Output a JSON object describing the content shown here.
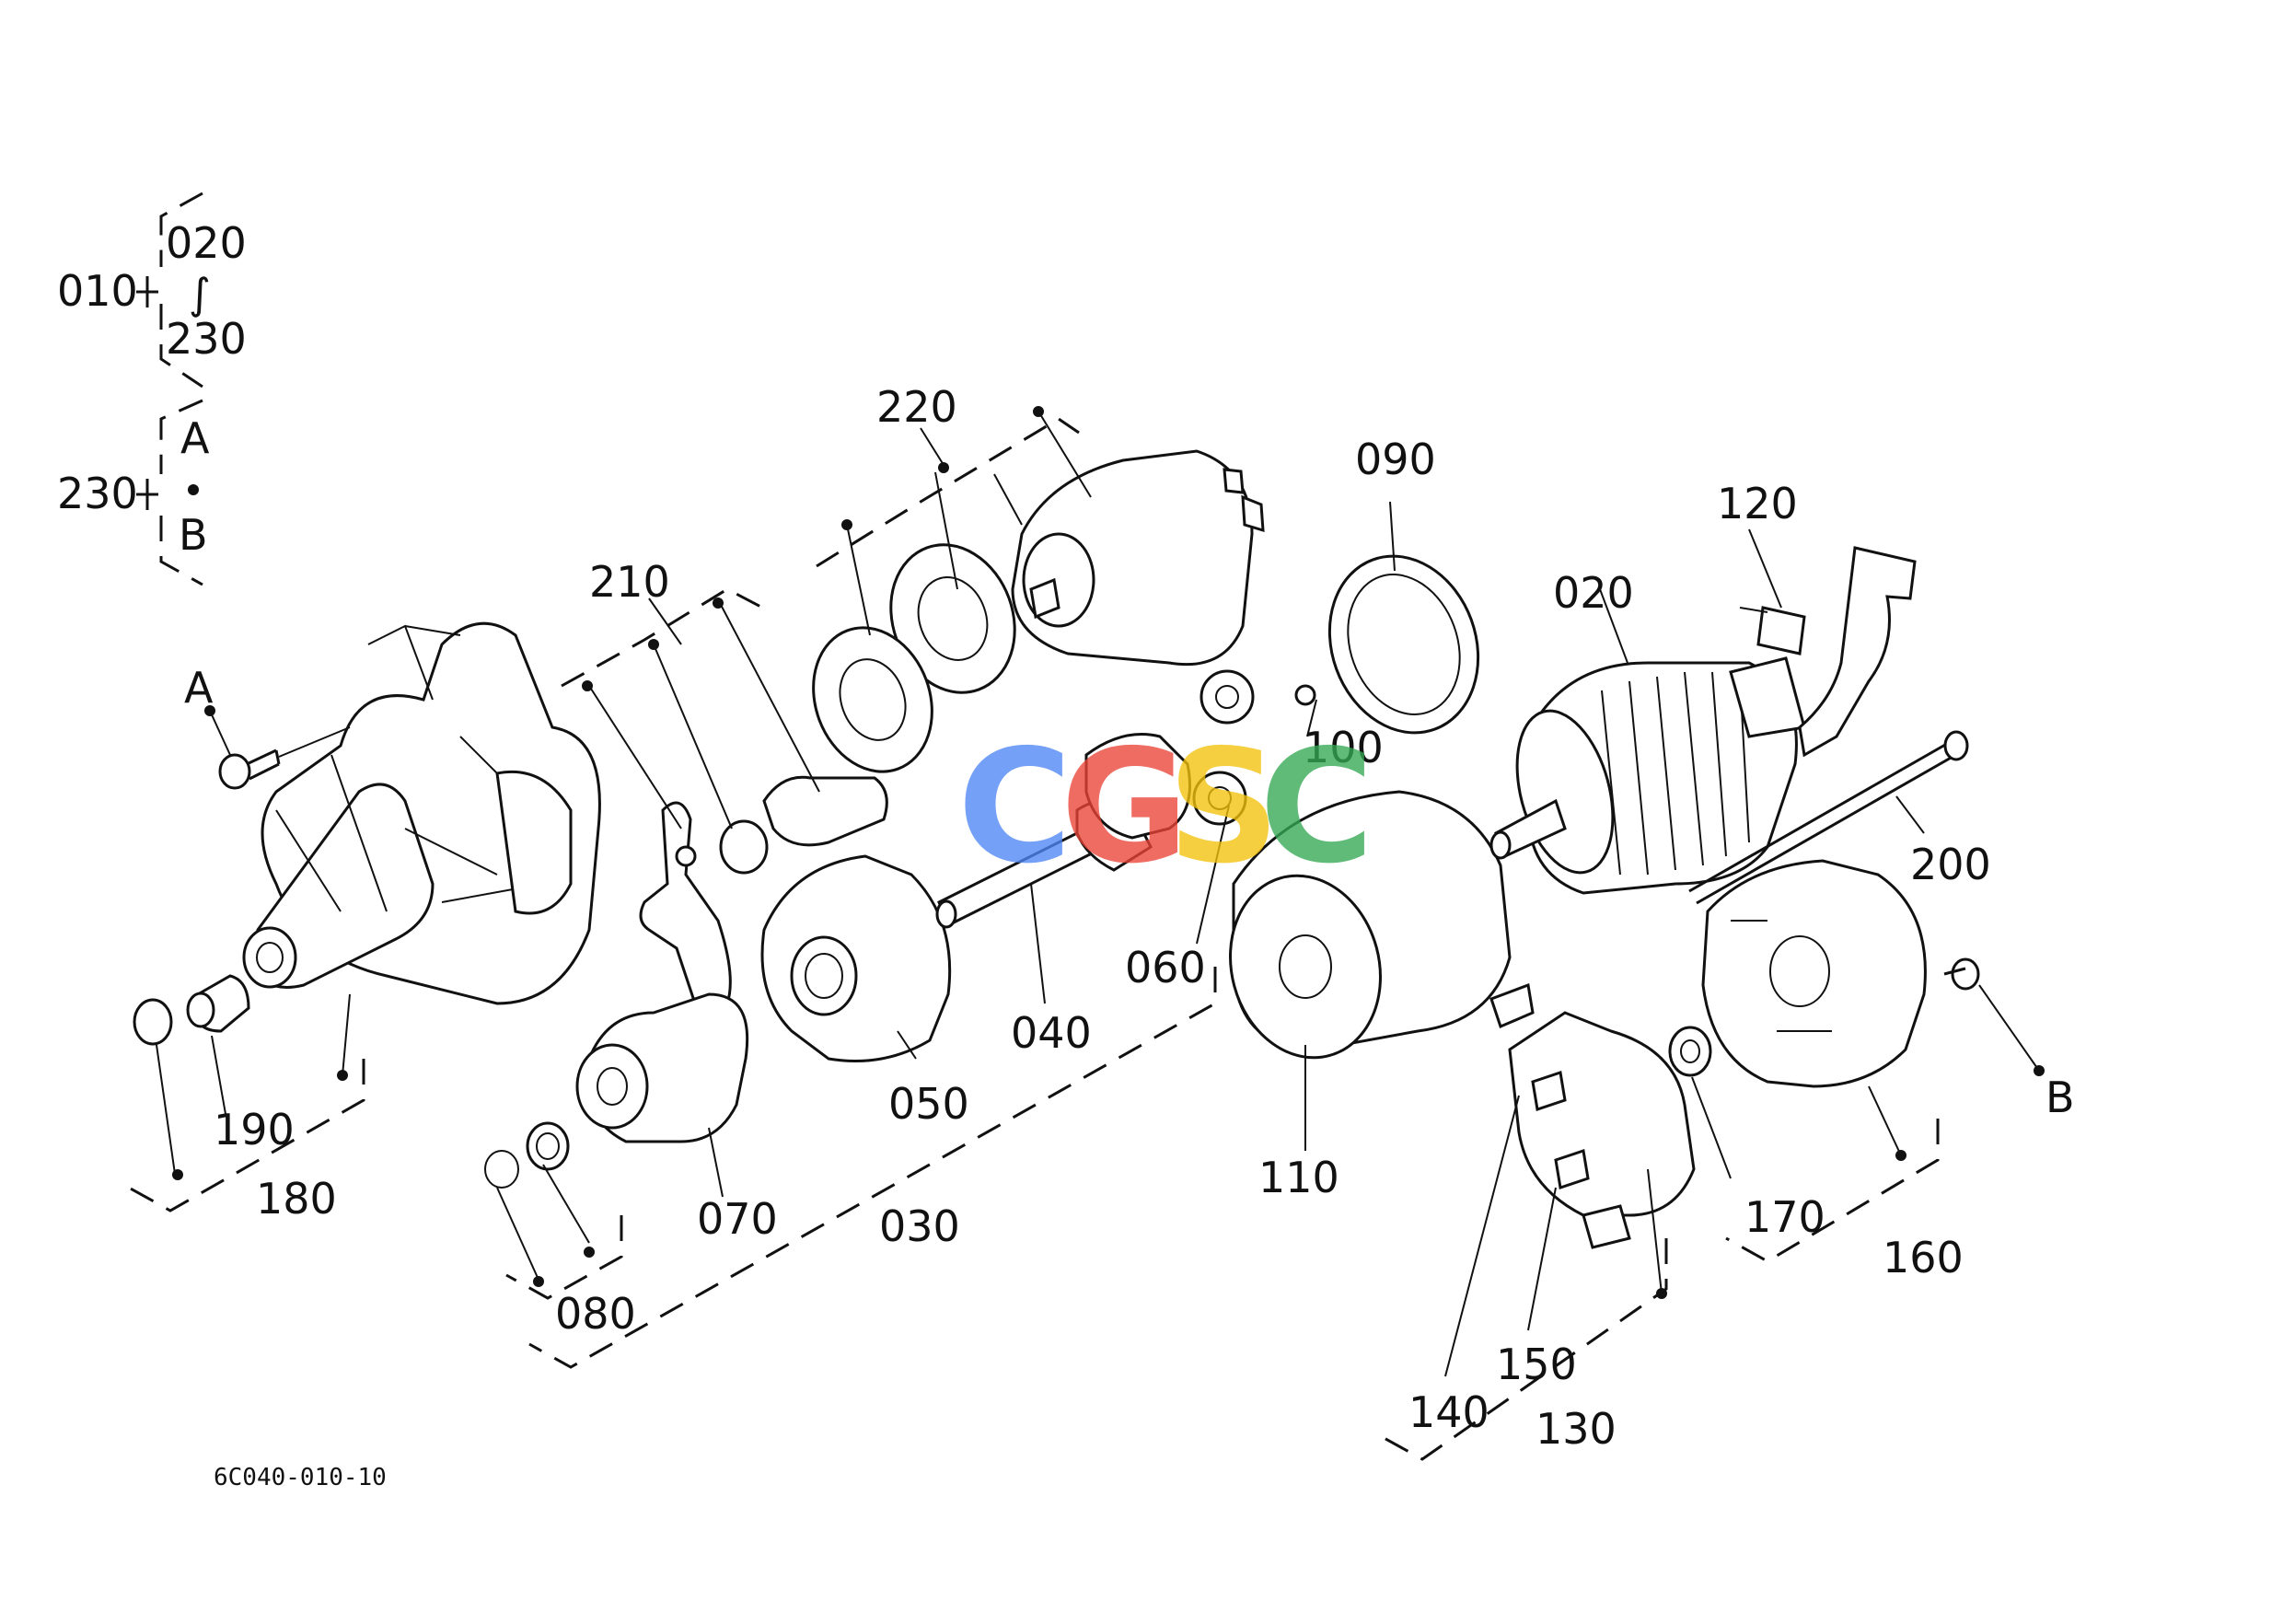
{
  "diagram": {
    "drawing_ref": "6C040-010-10",
    "watermark": {
      "letters": [
        "C",
        "G",
        "S",
        "C"
      ],
      "colors": [
        "#4f86f7",
        "#ea4335",
        "#f4c20d",
        "#34a853"
      ]
    },
    "group_notes": {
      "assembly": {
        "parent": "010",
        "first": "020",
        "tilde": "∫",
        "last": "230"
      },
      "kit": {
        "parent": "230",
        "first": "A",
        "sep": "•",
        "last": "B"
      }
    },
    "callouts": {
      "p020": "020",
      "p030": "030",
      "p040": "040",
      "p050": "050",
      "p060": "060",
      "p070": "070",
      "p080": "080",
      "p090": "090",
      "p100": "100",
      "p110": "110",
      "p120": "120",
      "p130": "130",
      "p140": "140",
      "p150": "150",
      "p160": "160",
      "p170": "170",
      "p180": "180",
      "p190": "190",
      "p200": "200",
      "p210": "210",
      "p220": "220",
      "ptA": "A",
      "ptB": "B"
    }
  }
}
